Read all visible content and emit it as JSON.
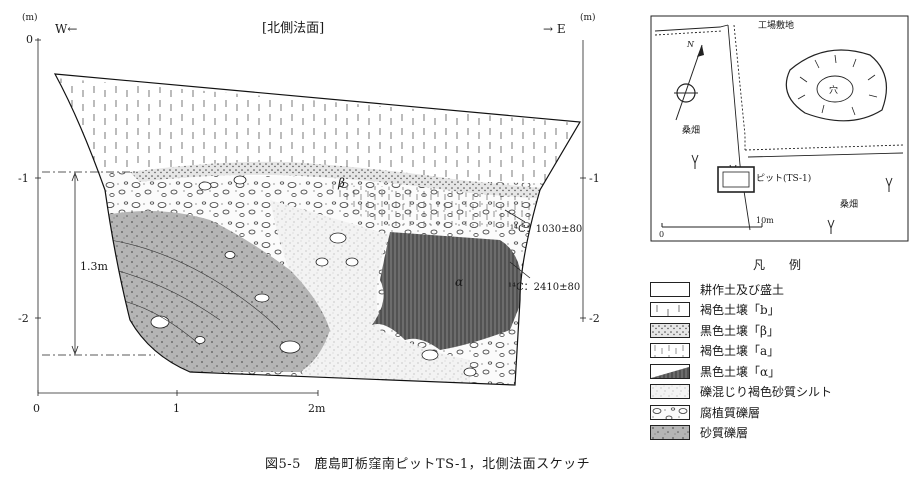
{
  "figure": {
    "title": "[北側法面]",
    "caption": "図5-5　鹿島町栃窪南ピットTS-1，北側法面スケッチ",
    "west_label": "W←",
    "east_label": "→ E",
    "unit_label_left": "(m)",
    "unit_label_right": "(m)",
    "left_ticks": [
      "0",
      "-1",
      "-2"
    ],
    "right_ticks": [
      "-1",
      "-2"
    ],
    "bottom_ticks": [
      "0",
      "1",
      "2m"
    ],
    "thickness_label": "1.3m",
    "layer_beta_label": "β",
    "layer_alpha_label": "α",
    "c14_upper": "¹⁴C：1030±80",
    "c14_lower": "¹⁴C：2410±80"
  },
  "map": {
    "factory_label": "工場敷地",
    "hole_label": "穴",
    "mulberry_label": "桑畑",
    "pit_label": "ピット(TS-1)",
    "scale_zero": "0",
    "scale_end": "10m",
    "north_label": "N"
  },
  "legend": {
    "title": "凡　例",
    "items": [
      {
        "label": "耕作土及び盛土",
        "pattern": "plain"
      },
      {
        "label": "褐色土壌「b」",
        "pattern": "dashes"
      },
      {
        "label": "黒色土壌「β」",
        "pattern": "dark-dots"
      },
      {
        "label": "褐色土壌「a」",
        "pattern": "dashes-dense"
      },
      {
        "label": "黒色土壌「α」",
        "pattern": "dark-wedge"
      },
      {
        "label": "礫混じり褐色砂質シルト",
        "pattern": "sandy-silt"
      },
      {
        "label": "腐植質礫層",
        "pattern": "gravel"
      },
      {
        "label": "砂質礫層",
        "pattern": "sandy-gravel"
      }
    ]
  }
}
